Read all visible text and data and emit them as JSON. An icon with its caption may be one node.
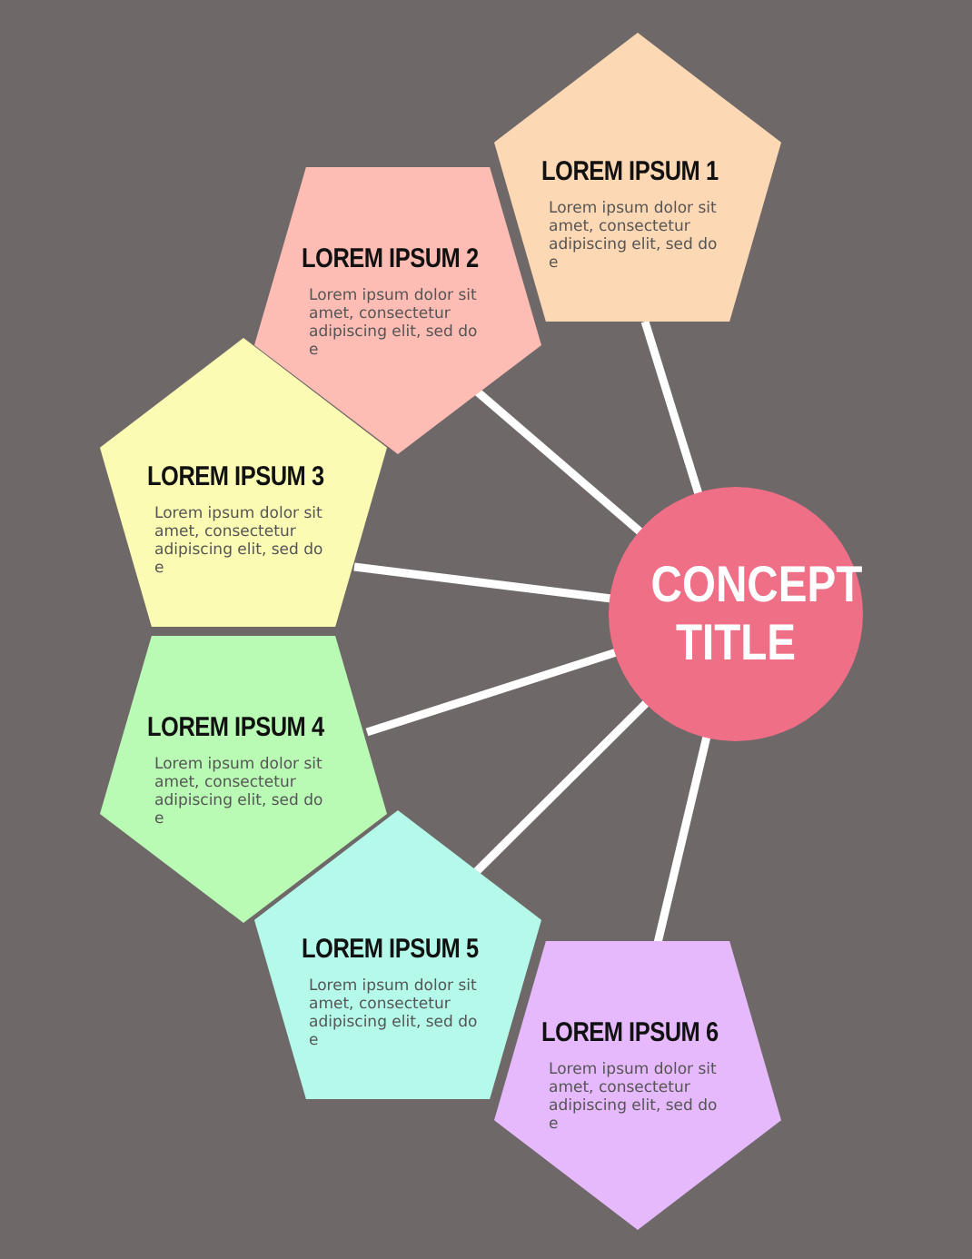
{
  "diagram": {
    "nodes": [
      {
        "text": [
          "CONCEPT TITLE"
        ]
      },
      {
        "text": [
          "LOREM IPSUM 1",
          "Lorem ipsum dolor sit amet, consectetur adipiscing elit, sed do e"
        ]
      },
      {
        "text": [
          "LOREM IPSUM 2",
          "Lorem ipsum dolor sit amet, consectetur adipiscing elit, sed do e"
        ]
      },
      {
        "text": [
          "LOREM IPSUM 3",
          "Lorem ipsum dolor sit amet, consectetur adipiscing elit, sed do e"
        ]
      },
      {
        "text": [
          "LOREM IPSUM 4",
          "Lorem ipsum dolor sit amet, consectetur adipiscing elit, sed do e"
        ]
      },
      {
        "text": [
          "LOREM IPSUM 5",
          "Lorem ipsum dolor sit amet, consectetur adipiscing elit, sed do e"
        ]
      },
      {
        "text": [
          "LOREM IPSUM 6",
          "Lorem ipsum dolor sit amet, consectetur adipiscing elit, sed do e"
        ]
      }
    ],
    "edges": [
      {
        "from": 0,
        "to": 1,
        "arrow": "none"
      },
      {
        "from": 0,
        "to": 2,
        "arrow": "none"
      },
      {
        "from": 0,
        "to": 3,
        "arrow": "none"
      },
      {
        "from": 0,
        "to": 4,
        "arrow": "none"
      },
      {
        "from": 0,
        "to": 5,
        "arrow": "none"
      },
      {
        "from": 0,
        "to": 6,
        "arrow": "none"
      }
    ]
  }
}
